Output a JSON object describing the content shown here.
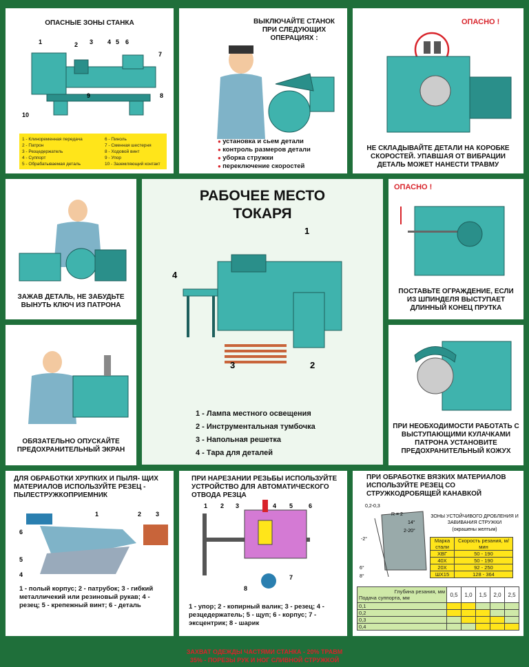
{
  "panels": {
    "zones": {
      "title": "ОПАСНЫЕ ЗОНЫ СТАНКА",
      "numbers": [
        "1",
        "2",
        "3",
        "4",
        "5",
        "6",
        "7",
        "8",
        "9",
        "10"
      ],
      "legend_left": [
        "1 - Клиноременная передача",
        "2 - Патрон",
        "3 - Резцедержатель",
        "4 - Суппорт",
        "5 - Обрабатываемая деталь"
      ],
      "legend_right": [
        "6 - Пиноль",
        "7 - Сменная шестерня",
        "8 - Ходовой винт",
        "9 - Упор",
        "10 - Заземляющий контакт"
      ]
    },
    "stop": {
      "title": "ВЫКЛЮЧАЙТЕ СТАНОК ПРИ СЛЕДУЮЩИХ ОПЕРАЦИЯХ :",
      "items": [
        "установка и сьем детали",
        "контроль размеров детали",
        "уборка стружки",
        "переключение скоростей"
      ]
    },
    "gearbox": {
      "danger": "ОПАСНО !",
      "caption": "НЕ СКЛАДЫВАЙТЕ ДЕТАЛИ НА КОРОБКЕ СКОРОСТЕЙ. УПАВШАЯ ОТ ВИБРАЦИИ ДЕТАЛЬ МОЖЕТ НАНЕСТИ ТРАВМУ"
    },
    "key": {
      "caption": "ЗАЖАВ ДЕТАЛЬ, НЕ ЗАБУДЬТЕ ВЫНУТЬ КЛЮЧ ИЗ ПАТРОНА"
    },
    "center": {
      "title_line1": "РАБОЧЕЕ  МЕСТО",
      "title_line2": "ТОКАРЯ",
      "markers": [
        "1",
        "2",
        "3",
        "4"
      ],
      "items": [
        "1 - Лампа местного освещения",
        "2 - Инструментальная тумбочка",
        "3 - Напольная решетка",
        "4 - Тара для деталей"
      ]
    },
    "guard": {
      "danger": "ОПАСНО !",
      "caption": "ПОСТАВЬТЕ ОГРАЖДЕНИЕ, ЕСЛИ ИЗ ШПИНДЕЛЯ ВЫСТУПАЕТ ДЛИННЫЙ КОНЕЦ ПРУТКА"
    },
    "screen": {
      "caption": "ОБЯЗАТЕЛЬНО ОПУСКАЙТЕ ПРЕДОХРАНИТЕЛЬНЫЙ ЭКРАН"
    },
    "cover": {
      "caption": "ПРИ НЕОБХОДИМОСТИ РАБОТАТЬ С ВЫСТУПАЮЩИМИ КУЛАЧКАМИ ПАТРОНА УСТАНОВИТЕ ПРЕДОХРАНИТЕЛЬНЫЙ КОЖУХ"
    },
    "brittle": {
      "title": "ДЛЯ ОБРАБОТКИ ХРУПКИХ И ПЫЛЯ- ЩИХ МАТЕРИАЛОВ ИСПОЛЬЗУЙТЕ РЕЗЕЦ - ПЫЛЕСТРУЖКОПРИЕМНИК",
      "markers": [
        "1",
        "2",
        "3",
        "4",
        "5",
        "6"
      ],
      "legend": "1 - полый корпус; 2 - патрубок; 3 - гибкий металличекий или резиновый рукав; 4 - резец; 5 - крепежный винт; 6 - деталь"
    },
    "thread": {
      "title": "ПРИ НАРЕЗАНИИ РЕЗЬБЫ ИСПОЛЬЗУЙТЕ УСТРОЙСТВО ДЛЯ АВТОМАТИЧЕСКОГО ОТВОДА РЕЗЦА",
      "markers": [
        "1",
        "2",
        "3",
        "4",
        "5",
        "6",
        "7",
        "8"
      ],
      "legend": "1 - упор; 2 - копирный валик; 3 - резец; 4 - резцедержатель; 5 - щуп; 6 - корпус; 7 - эксцентрик; 8 - шарик"
    },
    "viscous": {
      "title": "ПРИ ОБРАБОТКЕ ВЯЗКИХ МАТЕРИАЛОВ ИСПОЛЬЗУЙТЕ РЕЗЕЦ СО СТРУЖКОДРОБЯЩЕЙ КАНАВКОЙ",
      "dims": [
        "0,2-0,3",
        "R = 2",
        "14°",
        "2-20°",
        "-2°",
        "6°",
        "8°"
      ],
      "zones_title": "ЗОНЫ УСТОЙЧИВОГО ДРОБЛЕНИЯ И ЗАВИВАНИЯ СТРУЖКИ",
      "zones_note": "(окрашены желтым)",
      "speed_table": {
        "headers": [
          "Марка стали",
          "Скорость резания, м/мин"
        ],
        "rows": [
          [
            "ХВГ",
            "50 - 190"
          ],
          [
            "40Х",
            "50 - 190"
          ],
          [
            "20Х",
            "92 - 250"
          ],
          [
            "ШХ15",
            "128 - 364"
          ]
        ]
      },
      "depth_table": {
        "corner_top": "Глубина резания, мм",
        "corner_bottom": "Подача суппорта, мм",
        "depths": [
          "0,5",
          "1,0",
          "1,5",
          "2,0",
          "2,5"
        ],
        "feeds": [
          "0,1",
          "0,2",
          "0,3",
          "0,4"
        ]
      }
    }
  },
  "footer": {
    "line1": "ЗАХВАТ ОДЕЖДЫ ЧАСТЯМИ СТАНКА - 20% ТРАВМ",
    "line2": "35% - ПОРЕЗЫ РУК И НОГ СЛИВНОЙ СТРУЖКОЙ"
  },
  "colors": {
    "background": "#1f6f3a",
    "teal": "#3fb3ad",
    "danger": "#d8232a",
    "legend": "#ffe51a"
  }
}
